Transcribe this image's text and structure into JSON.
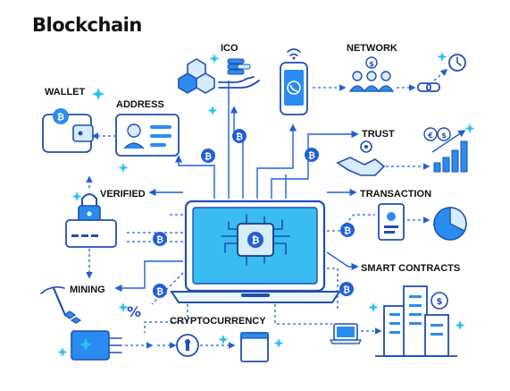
{
  "title": "Blockchain",
  "labels": {
    "ico": "ICO",
    "network": "NETWORK",
    "wallet": "WALLET",
    "address": "ADDRESS",
    "trust": "TRUST",
    "verified": "VERIFIED",
    "transaction": "TRANSACTION",
    "mining": "MINING",
    "smart_contracts": "SMART CONTRACTS",
    "cryptocurrency": "CRYPTOCURRENCY"
  },
  "symbols": {
    "bitcoin": "₿",
    "percent": "%",
    "dollar": "$",
    "euro": "€"
  },
  "colors": {
    "primary": "#1f5fd6",
    "accent": "#2a8cf0",
    "light": "#d8ecfb",
    "screen": "#39bdf0",
    "sparkle": "#27c3ef",
    "ink": "#111111"
  }
}
